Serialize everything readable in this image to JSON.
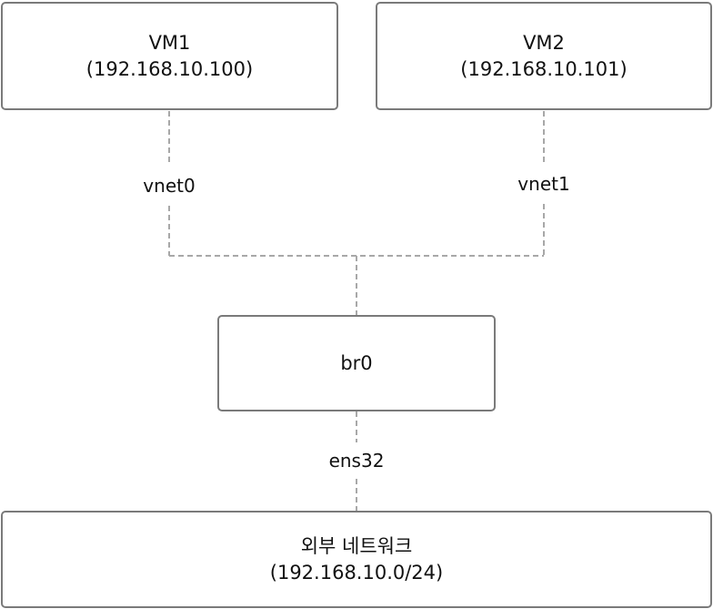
{
  "nodes": {
    "vm1": {
      "name": "VM1",
      "ip": "(192.168.10.100)"
    },
    "vm2": {
      "name": "VM2",
      "ip": "(192.168.10.101)"
    },
    "bridge": {
      "name": "br0"
    },
    "external": {
      "name": "외부 네트워크",
      "subnet": "(192.168.10.0/24)"
    }
  },
  "links": {
    "vm1_iface": "vnet0",
    "vm2_iface": "vnet1",
    "uplink_iface": "ens32"
  }
}
